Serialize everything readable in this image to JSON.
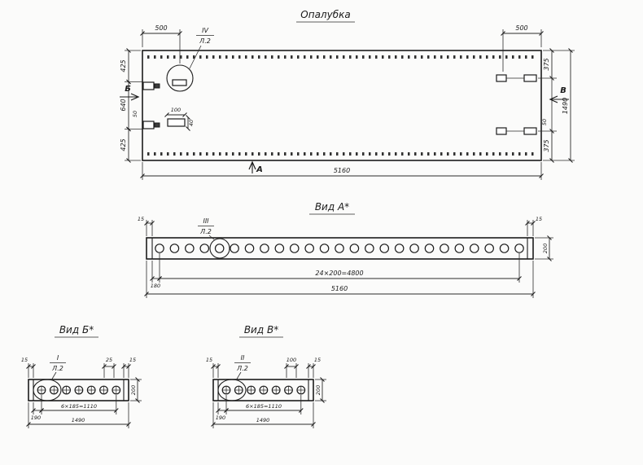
{
  "formwork": {
    "title": "Опалубка",
    "callout_top": "IV",
    "callout_sheet": "Л.2",
    "dim_left_500": "500",
    "dim_right_500": "500",
    "dim_425_top": "425",
    "dim_640": "640",
    "dim_50_left": "50",
    "dim_425_bottom": "425",
    "dim_375_top": "375",
    "dim_50_right": "50",
    "dim_375_bottom": "375",
    "dim_1490": "1490",
    "dim_5160": "5160",
    "dim_100": "100",
    "dim_40": "40",
    "section_a": "А",
    "section_b": "Б",
    "section_v": "В"
  },
  "view_a": {
    "title": "Вид А*",
    "callout_top": "III",
    "callout_sheet": "Л.2",
    "dim_15_left": "15",
    "dim_15_right": "15",
    "dim_200": "200",
    "dim_180": "180",
    "dim_pitch": "24×200=4800",
    "dim_total": "5160"
  },
  "view_b": {
    "title": "Вид Б*",
    "callout_top": "I",
    "callout_sheet": "Л.2",
    "dim_15_left": "15",
    "dim_25": "25",
    "dim_15_right": "15",
    "dim_190": "190",
    "dim_pitch": "6×185=1110",
    "dim_total": "1490",
    "dim_200": "200"
  },
  "view_v": {
    "title": "Вид В*",
    "callout_top": "II",
    "callout_sheet": "Л.2",
    "dim_15_left": "15",
    "dim_100": "100",
    "dim_15_right": "15",
    "dim_190": "190",
    "dim_pitch": "6×185=1110",
    "dim_total": "1490",
    "dim_200": "200"
  }
}
